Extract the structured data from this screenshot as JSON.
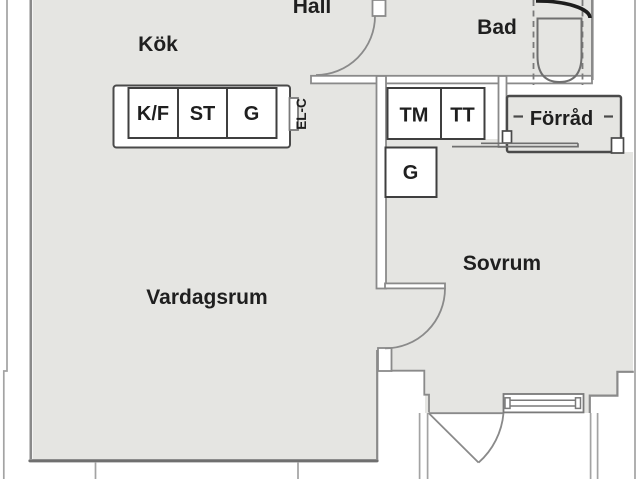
{
  "title": "Apartment floor plan",
  "colors": {
    "floor": "#e5e5e2",
    "wall": "#8a8a8a",
    "dark_border": "#3f3f3f",
    "outline": "#a3a3a3",
    "ink": "#1f1f1f",
    "shower_screen": "#1d1d1d"
  },
  "rooms": {
    "hall": "Hall",
    "kitchen": "Kök",
    "bathroom": "Bad",
    "living_room": "Vardagsrum",
    "bedroom": "Sovrum",
    "storage": "Förråd"
  },
  "fixtures": {
    "fridge_freezer": "K/F",
    "stove": "ST",
    "kitchen_cabinet": "G",
    "electrical_panel": "EL-C",
    "washing_machine": "TM",
    "tumble_dryer": "TT",
    "bedroom_wardrobe": "G"
  }
}
